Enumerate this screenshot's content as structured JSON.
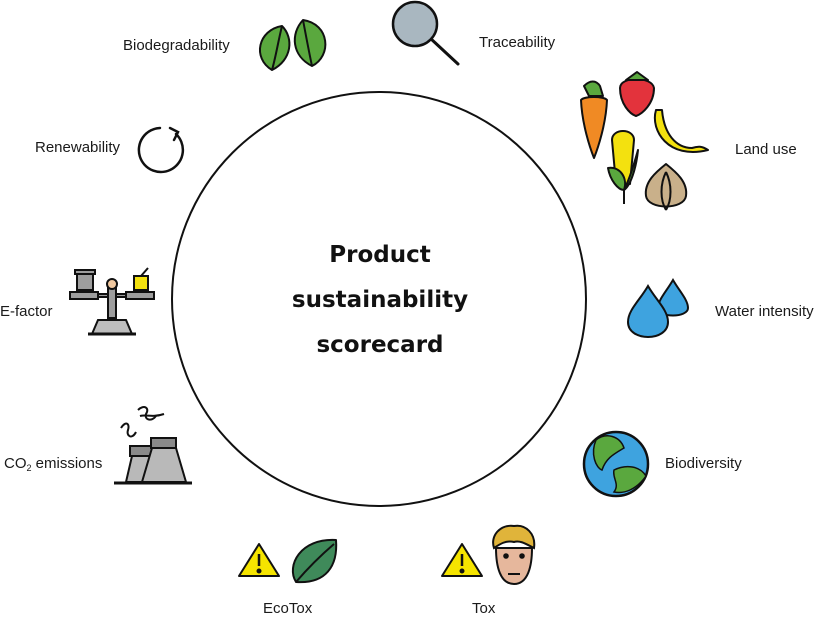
{
  "title_lines": [
    "Product",
    "sustainability",
    "scorecard"
  ],
  "labels": {
    "biodegradability": "Biodegradability",
    "traceability": "Traceability",
    "renewability": "Renewability",
    "land_use": "Land use",
    "e_factor": "E-factor",
    "water_intensity": "Water intensity",
    "co2_main": "CO",
    "co2_sub": "2",
    "co2_rest": " emissions",
    "biodiversity": "Biodiversity",
    "ecotox": "EcoTox",
    "tox": "Tox"
  },
  "icons": [
    "leaves-icon",
    "magnifier-icon",
    "refresh-icon",
    "produce-icon",
    "scale-icon",
    "water-drops-icon",
    "factory-icon",
    "globe-icon",
    "warning-icon",
    "leaf-icon",
    "face-icon"
  ],
  "colors": {
    "leaf_green": "#5aa83e",
    "dark_leaf": "#3f8a5a",
    "water_blue": "#3ea3df",
    "warning_yellow": "#f5e400",
    "banana_yellow": "#f3e10f",
    "strawberry_red": "#e3333c",
    "carrot_orange": "#f08a24",
    "lens_gray": "#a9b7c0",
    "factory_gray": "#b9b9b9",
    "skin": "#e6b79c",
    "hair": "#e0b43a"
  }
}
